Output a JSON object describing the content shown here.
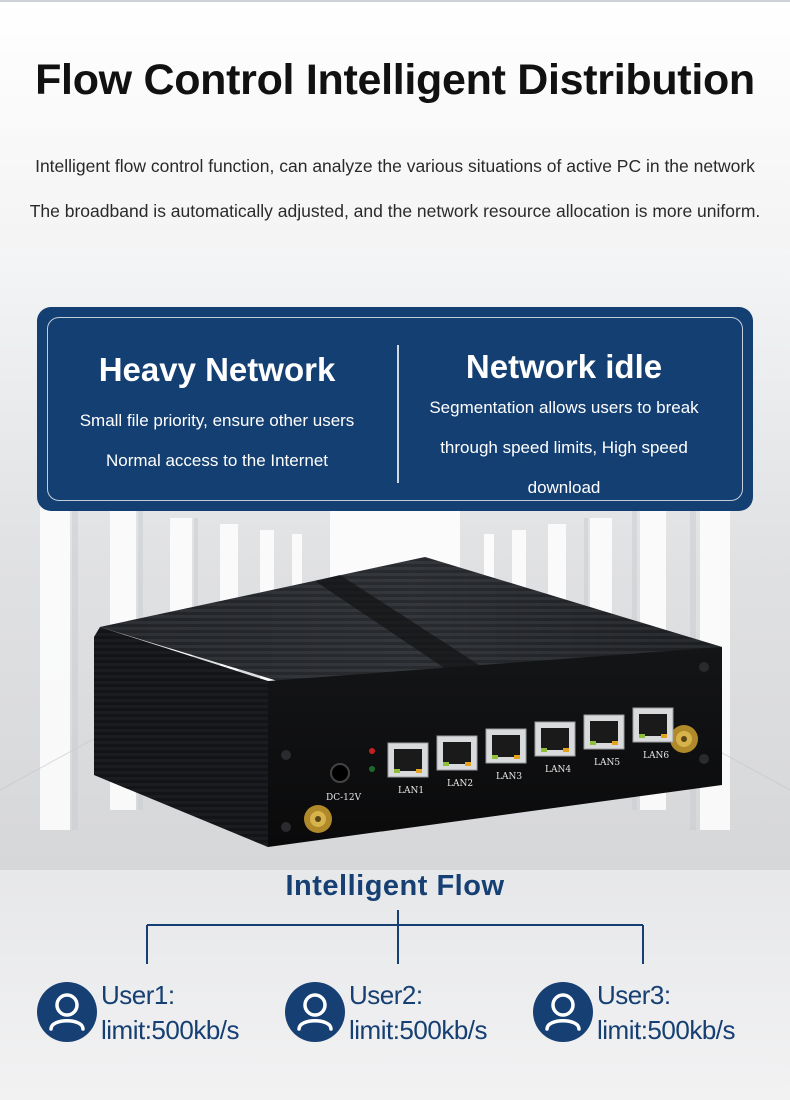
{
  "header": {
    "title": "Flow Control Intelligent Distribution",
    "line1": "Intelligent flow control function, can analyze the various situations of active PC in the network",
    "line2": "The broadband is automatically adjusted, and the network resource allocation is more uniform."
  },
  "panel": {
    "left": {
      "heading": "Heavy Network",
      "line1": "Small file priority, ensure other users",
      "line2": "Normal access to the Internet"
    },
    "right": {
      "heading": "Network idle",
      "line1": "Segmentation allows users to break",
      "line2": "through speed limits, High speed",
      "line3": "download"
    }
  },
  "device": {
    "power_label": "DC-12V",
    "ports": [
      "LAN1",
      "LAN2",
      "LAN3",
      "LAN4",
      "LAN5",
      "LAN6"
    ]
  },
  "flow": {
    "title": "Intelligent Flow",
    "users": [
      {
        "name": "User1:",
        "limit": "limit:500kb/s"
      },
      {
        "name": "User2:",
        "limit": "limit:500kb/s"
      },
      {
        "name": "User3:",
        "limit": "limit:500kb/s"
      }
    ]
  },
  "colors": {
    "brand_blue": "#163f73",
    "panel_blue": "#143f72"
  }
}
